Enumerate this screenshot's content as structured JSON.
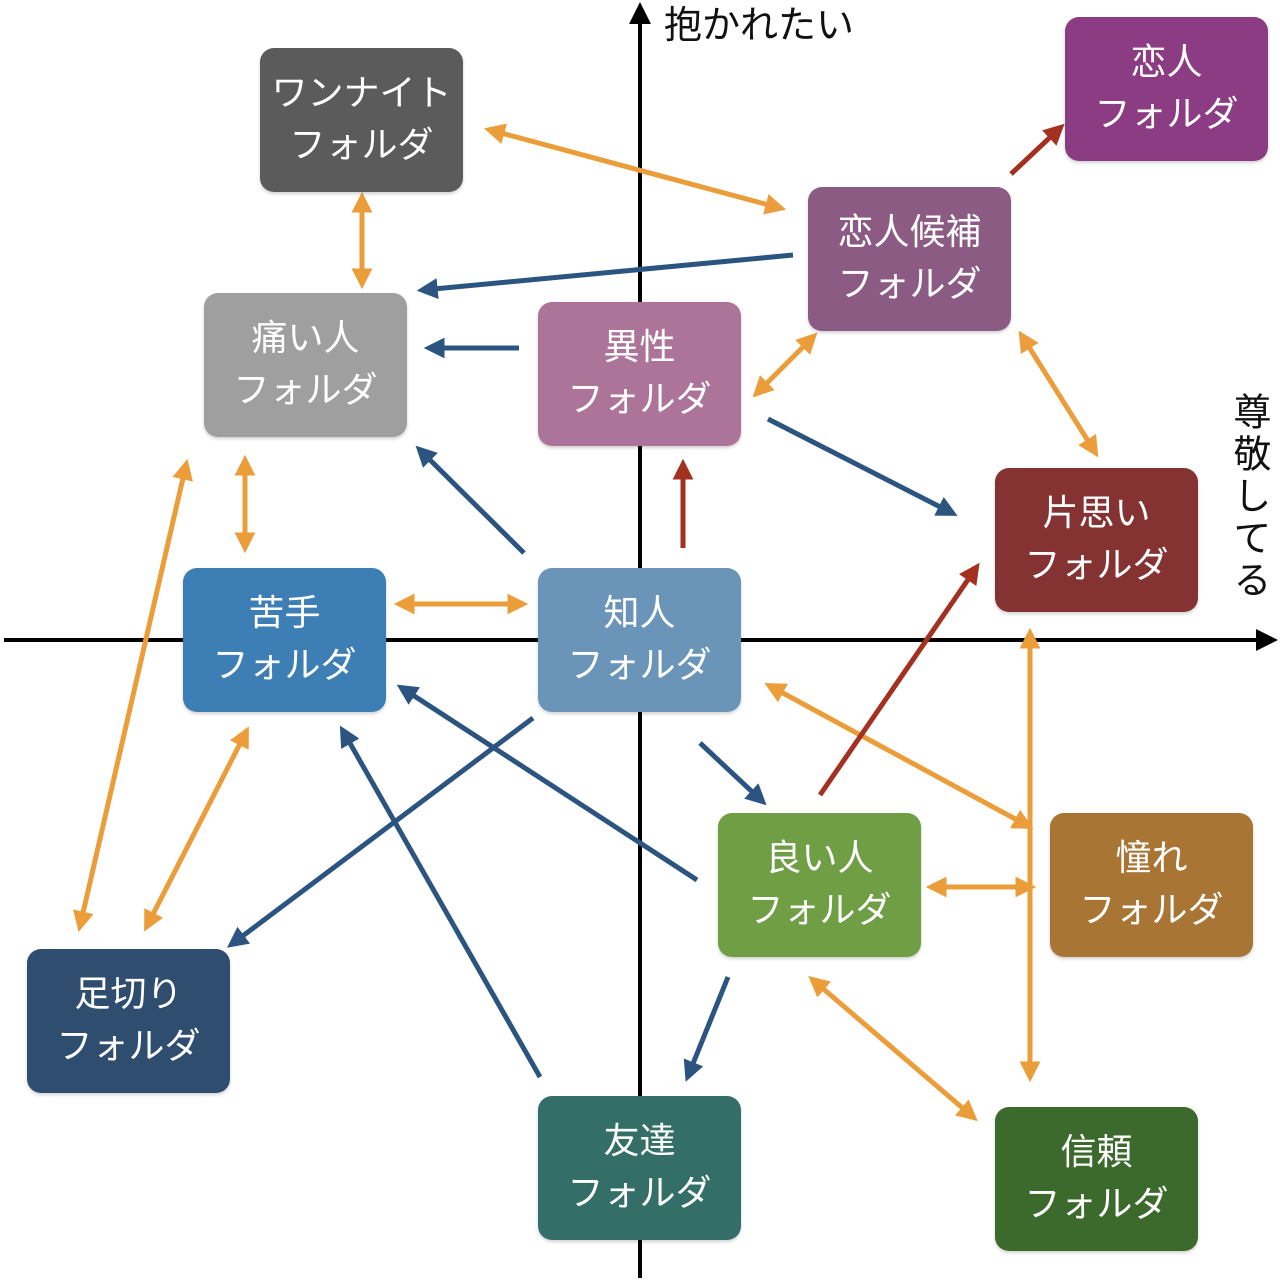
{
  "axes": {
    "y_label": "抱かれたい",
    "x_label": "尊敬してる"
  },
  "folders": {
    "onenight": {
      "name": "ワンナイト",
      "suffix": "フォルダ",
      "color": "#5b5b5b"
    },
    "itai": {
      "name": "痛い人",
      "suffix": "フォルダ",
      "color": "#9f9f9f"
    },
    "nigate": {
      "name": "苦手",
      "suffix": "フォルダ",
      "color": "#3d7eb4"
    },
    "ashikiri": {
      "name": "足切り",
      "suffix": "フォルダ",
      "color": "#2f4d6f"
    },
    "ishou": {
      "name": "異性",
      "suffix": "フォルダ",
      "color": "#ad7499"
    },
    "chijin": {
      "name": "知人",
      "suffix": "フォルダ",
      "color": "#6b95b8"
    },
    "tomodachi": {
      "name": "友達",
      "suffix": "フォルダ",
      "color": "#336f67"
    },
    "koibito": {
      "name": "恋人",
      "suffix": "フォルダ",
      "color": "#8b3c82"
    },
    "koibito_kouho": {
      "name": "恋人候補",
      "suffix": "フォルダ",
      "color": "#8c5b84"
    },
    "kataomoi": {
      "name": "片思い",
      "suffix": "フォルダ",
      "color": "#843232"
    },
    "iihito": {
      "name": "良い人",
      "suffix": "フォルダ",
      "color": "#6f9e45"
    },
    "akogare": {
      "name": "憧れ",
      "suffix": "フォルダ",
      "color": "#a87534"
    },
    "shinrai": {
      "name": "信頼",
      "suffix": "フォルダ",
      "color": "#3b6a2c"
    }
  },
  "arrow_colors": {
    "mutual": "#eb9d3a",
    "transition_down": "#2b5580",
    "transition_up": "#a4301f"
  }
}
